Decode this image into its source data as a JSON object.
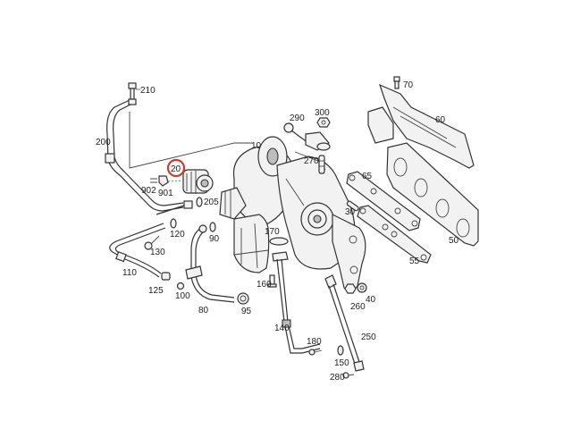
{
  "diagram": {
    "title": "Turbocharger assembly exploded parts diagram",
    "highlight_color": "#d23a2a",
    "highlighted_part": "20",
    "labels": {
      "p10": "10",
      "p20": "20",
      "p30": "30",
      "p40": "40",
      "p50": "50",
      "p55": "55",
      "p60": "60",
      "p65": "65",
      "p70": "70",
      "p80": "80",
      "p90": "90",
      "p95": "95",
      "p100": "100",
      "p110": "110",
      "p120": "120",
      "p125": "125",
      "p130": "130",
      "p140": "140",
      "p150": "150",
      "p160": "160",
      "p170": "170",
      "p180": "180",
      "p200": "200",
      "p205": "205",
      "p210": "210",
      "p250": "250",
      "p260": "260",
      "p270": "270",
      "p280": "280",
      "p290": "290",
      "p300": "300",
      "p901": "901",
      "p902": "902"
    }
  }
}
